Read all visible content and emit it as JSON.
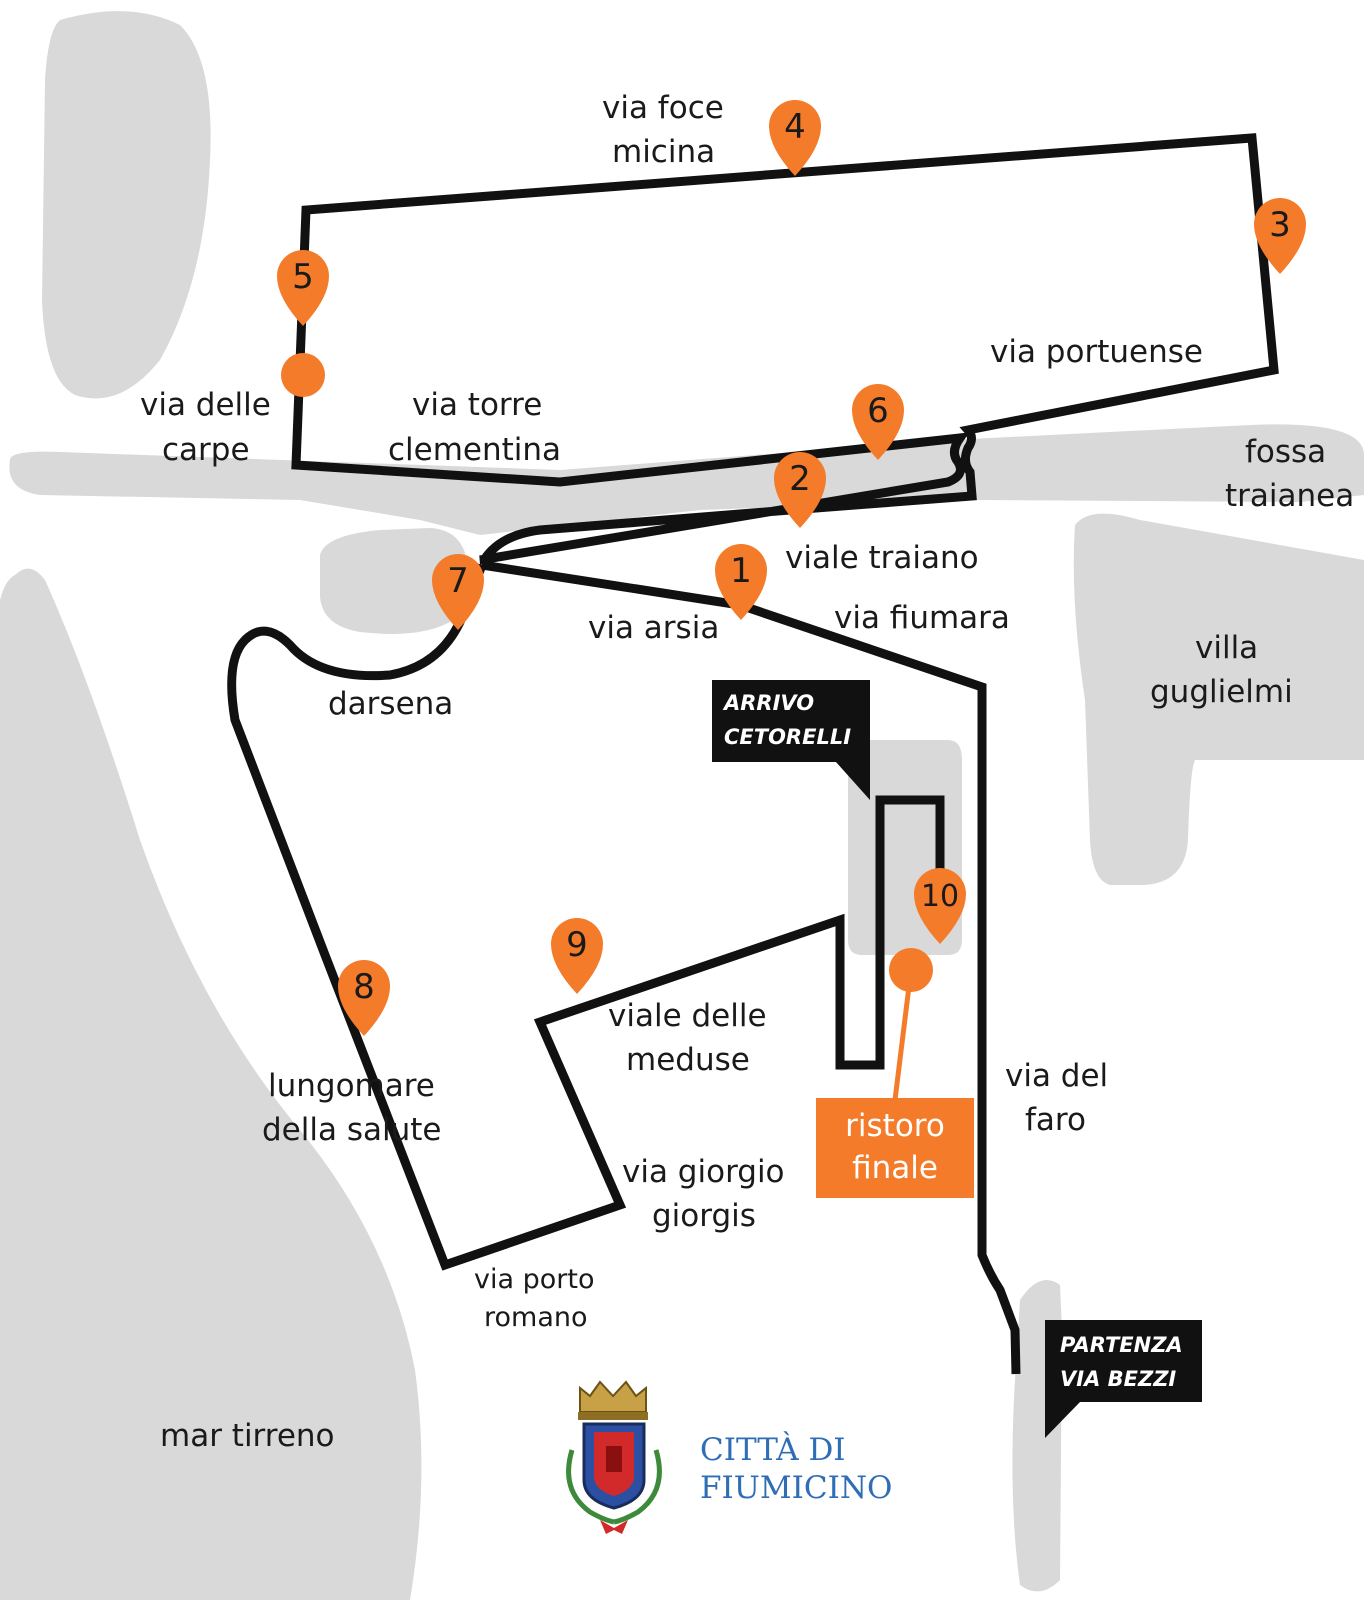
{
  "colors": {
    "land_gray": "#d9d9d9",
    "route": "#111111",
    "pin": "#f47b2a",
    "bubble": "#111111",
    "logo_blue": "#2f6db5"
  },
  "waypoints": [
    {
      "number": "1"
    },
    {
      "number": "2"
    },
    {
      "number": "3"
    },
    {
      "number": "4"
    },
    {
      "number": "5"
    },
    {
      "number": "6"
    },
    {
      "number": "7"
    },
    {
      "number": "8"
    },
    {
      "number": "9"
    },
    {
      "number": "10"
    }
  ],
  "streets": {
    "via_foce_micina": [
      "via foce",
      "micina"
    ],
    "via_portuense": "via portuense",
    "via_delle_carpe": [
      "via delle",
      "carpe"
    ],
    "via_torre_clementina": [
      "via torre",
      "clementina"
    ],
    "fossa_traianea": [
      "fossa",
      "traianea"
    ],
    "viale_traiano": "viale traiano",
    "via_arsia": "via arsia",
    "via_fiumara": "via fiumara",
    "villa_guglielmi": [
      "villa",
      "guglielmi"
    ],
    "darsena": "darsena",
    "viale_delle_meduse": [
      "viale delle",
      "meduse"
    ],
    "lungomare_della_salute": [
      "lungomare",
      "della salute"
    ],
    "via_del_faro": [
      "via del",
      "faro"
    ],
    "via_giorgio_giorgis": [
      "via giorgio",
      "giorgis"
    ],
    "via_porto_romano": [
      "via porto",
      "romano"
    ],
    "mar_tirreno": "mar tirreno"
  },
  "callouts": {
    "arrivo": [
      "ARRIVO",
      "CETORELLI"
    ],
    "partenza": [
      "PARTENZA",
      "VIA BEZZI"
    ],
    "ristoro": [
      "ristoro",
      "finale"
    ]
  },
  "logo": {
    "text": [
      "CITTÀ DI",
      "FIUMICINO"
    ]
  }
}
